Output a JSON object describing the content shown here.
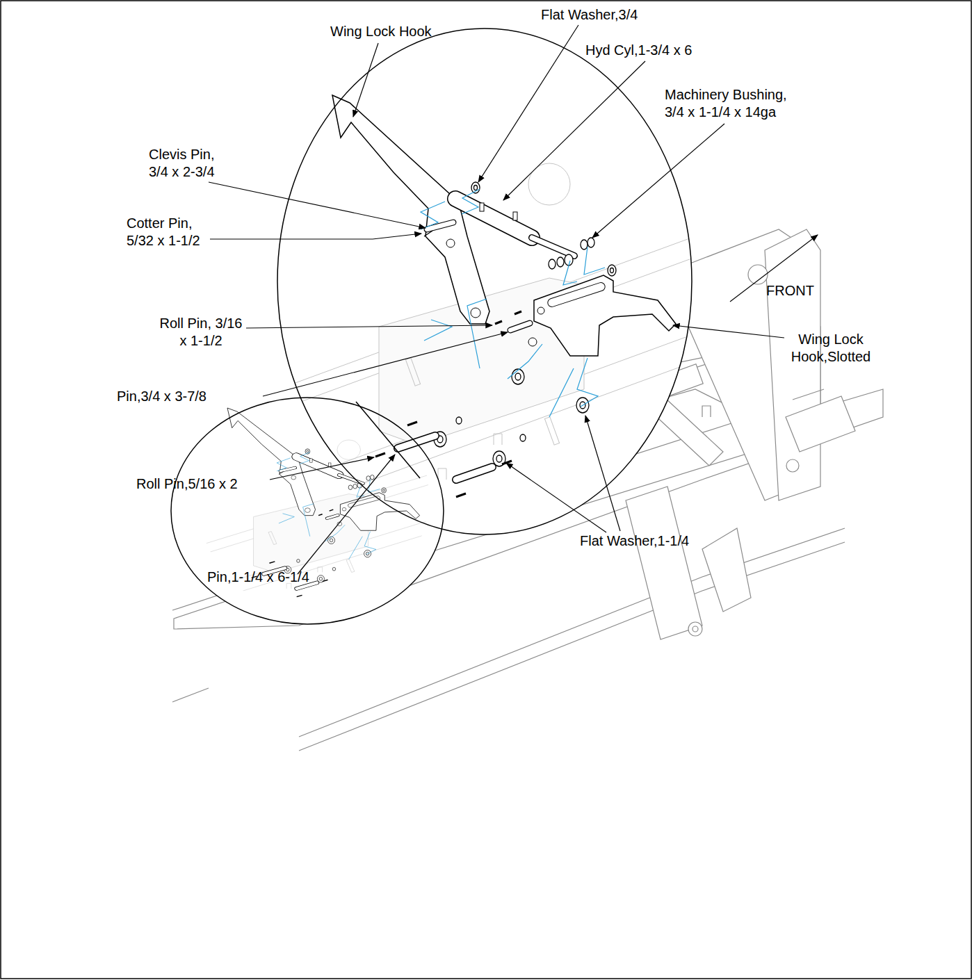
{
  "diagram": {
    "labels": [
      "Wing Lock Hook",
      "Flat Washer,3/4",
      "Hyd Cyl,1-3/4 x 6",
      "Machinery Bushing, 3/4 x 1-1/4 x 14ga",
      "Clevis Pin, 3/4 x 2-3/4",
      "Cotter Pin, 5/32 x 1-1/2",
      "Roll Pin, 3/16 x 1-1/2",
      "Pin,3/4 x 3-7/8",
      "Wing Lock Hook,Slotted",
      "FRONT",
      "Roll Pin,5/16 x 2",
      "Pin,1-1/4 x 6-1/4",
      "Flat Washer,1-1/4"
    ]
  }
}
